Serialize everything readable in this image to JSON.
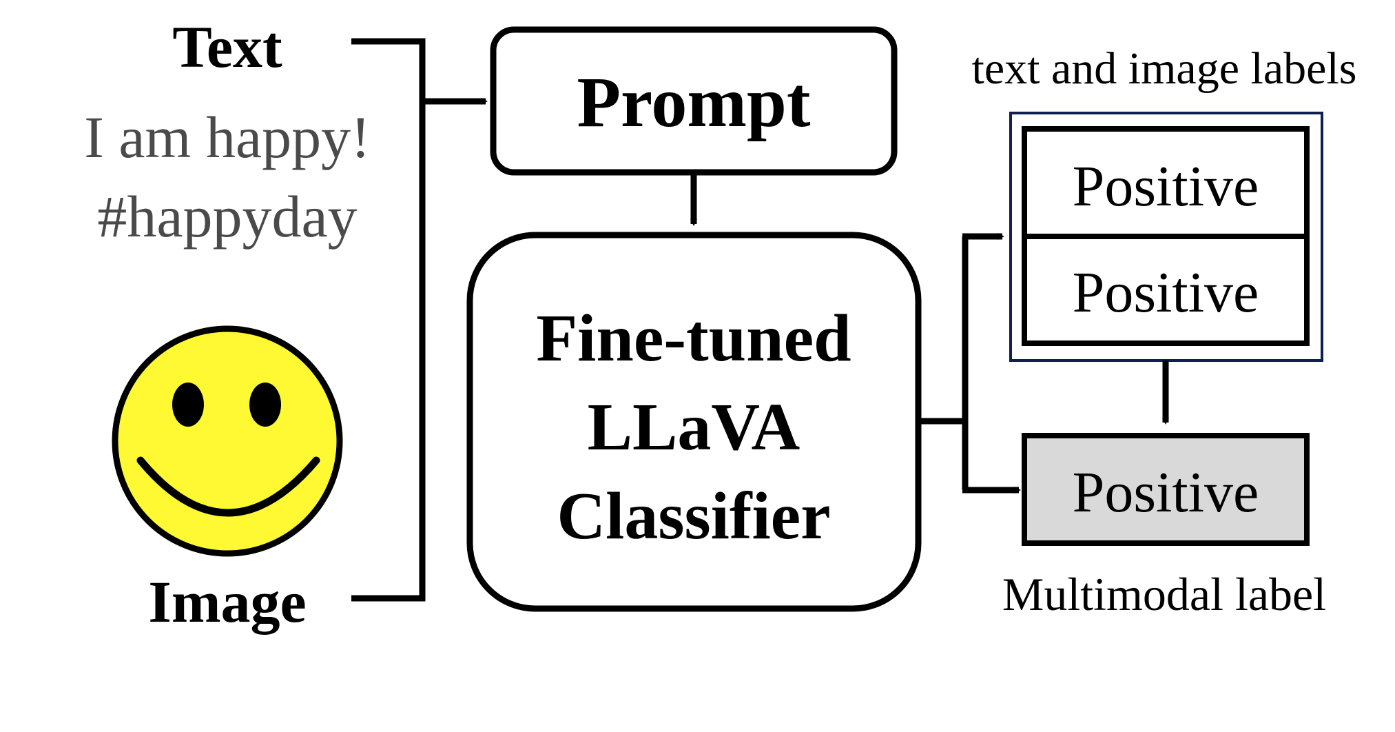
{
  "inputs": {
    "text_heading": "Text",
    "text_sample_line1": "I am happy!",
    "text_sample_line2": "#happyday",
    "image_heading": "Image"
  },
  "prompt": {
    "label": "Prompt"
  },
  "classifier": {
    "line1": "Fine-tuned",
    "line2": "LLaVA",
    "line3": "Classifier"
  },
  "unimodal_labels": {
    "caption": "text and image labels",
    "text_label": "Positive",
    "image_label": "Positive"
  },
  "multimodal_label": {
    "value": "Positive",
    "caption": "Multimodal label"
  },
  "colors": {
    "line": "#000000",
    "sample_text": "#4a4a4a",
    "smiley_face": "#fff933",
    "label_group_border": "#0f1f4f",
    "multimodal_fill": "#d9d9d9"
  },
  "icons": {
    "image_input": "smiley-face-icon"
  }
}
